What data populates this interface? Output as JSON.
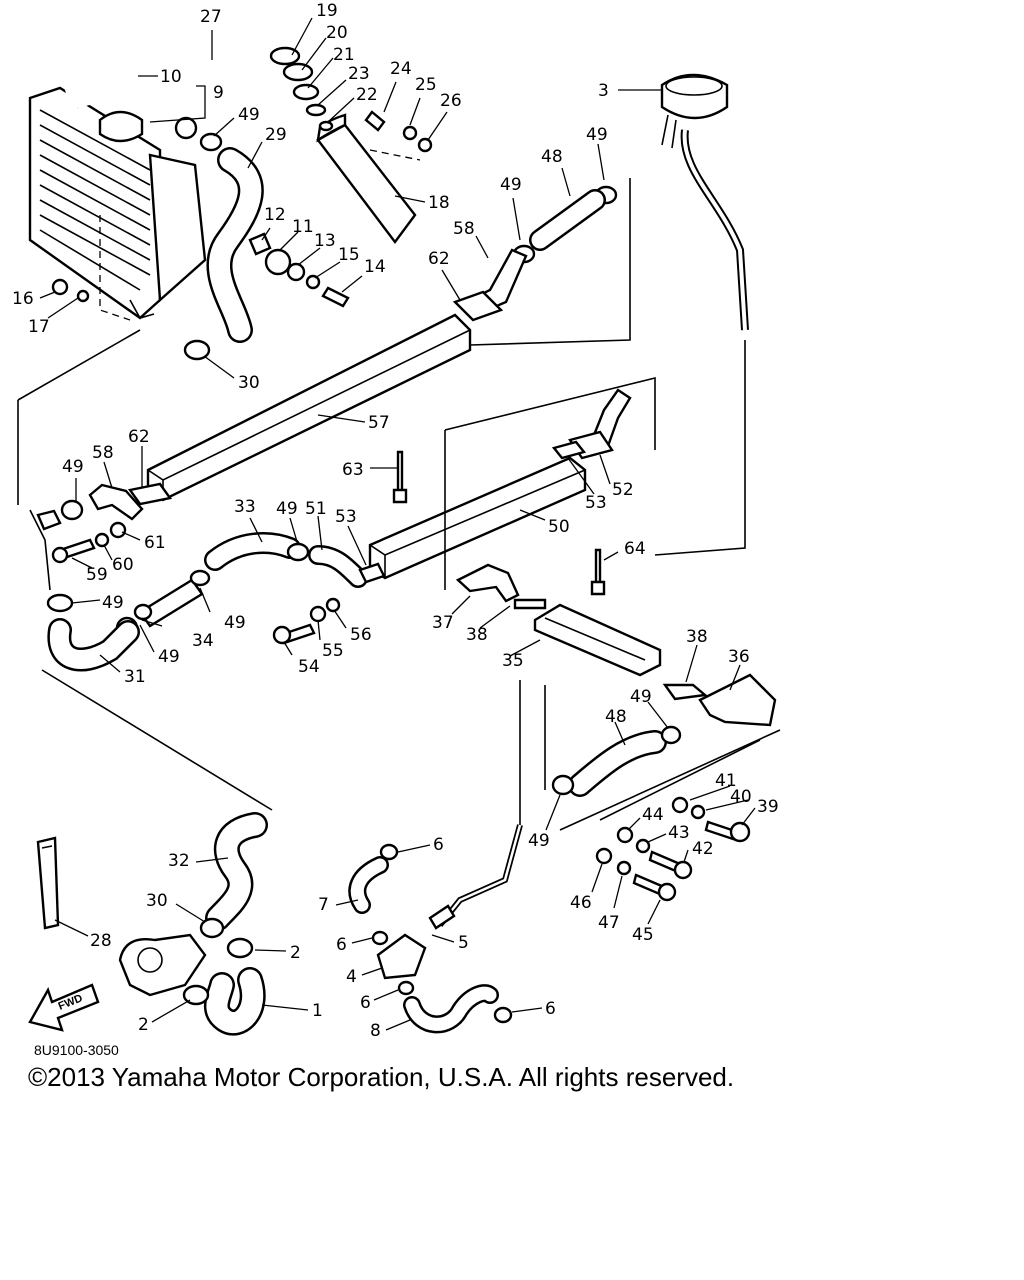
{
  "figure_code": "8U9100-3050",
  "fwd_label": "FWD",
  "copyright": "©2013 Yamaha Motor Corporation, U.S.A. All rights reserved.",
  "callouts": [
    {
      "n": "27"
    },
    {
      "n": "19"
    },
    {
      "n": "20"
    },
    {
      "n": "21"
    },
    {
      "n": "23"
    },
    {
      "n": "22"
    },
    {
      "n": "10"
    },
    {
      "n": "9"
    },
    {
      "n": "24"
    },
    {
      "n": "25"
    },
    {
      "n": "26"
    },
    {
      "n": "3"
    },
    {
      "n": "49"
    },
    {
      "n": "29"
    },
    {
      "n": "18"
    },
    {
      "n": "49"
    },
    {
      "n": "48"
    },
    {
      "n": "49"
    },
    {
      "n": "12"
    },
    {
      "n": "11"
    },
    {
      "n": "13"
    },
    {
      "n": "15"
    },
    {
      "n": "14"
    },
    {
      "n": "58"
    },
    {
      "n": "62"
    },
    {
      "n": "16"
    },
    {
      "n": "17"
    },
    {
      "n": "30"
    },
    {
      "n": "57"
    },
    {
      "n": "62"
    },
    {
      "n": "58"
    },
    {
      "n": "49"
    },
    {
      "n": "63"
    },
    {
      "n": "52"
    },
    {
      "n": "53"
    },
    {
      "n": "50"
    },
    {
      "n": "33"
    },
    {
      "n": "49"
    },
    {
      "n": "51"
    },
    {
      "n": "53"
    },
    {
      "n": "61"
    },
    {
      "n": "60"
    },
    {
      "n": "59"
    },
    {
      "n": "64"
    },
    {
      "n": "49"
    },
    {
      "n": "49"
    },
    {
      "n": "34"
    },
    {
      "n": "49"
    },
    {
      "n": "37"
    },
    {
      "n": "38"
    },
    {
      "n": "56"
    },
    {
      "n": "55"
    },
    {
      "n": "54"
    },
    {
      "n": "35"
    },
    {
      "n": "31"
    },
    {
      "n": "38"
    },
    {
      "n": "36"
    },
    {
      "n": "49"
    },
    {
      "n": "48"
    },
    {
      "n": "41"
    },
    {
      "n": "40"
    },
    {
      "n": "39"
    },
    {
      "n": "44"
    },
    {
      "n": "43"
    },
    {
      "n": "42"
    },
    {
      "n": "49"
    },
    {
      "n": "6"
    },
    {
      "n": "32"
    },
    {
      "n": "7"
    },
    {
      "n": "46"
    },
    {
      "n": "47"
    },
    {
      "n": "45"
    },
    {
      "n": "30"
    },
    {
      "n": "28"
    },
    {
      "n": "6"
    },
    {
      "n": "5"
    },
    {
      "n": "2"
    },
    {
      "n": "4"
    },
    {
      "n": "6"
    },
    {
      "n": "6"
    },
    {
      "n": "1"
    },
    {
      "n": "2"
    },
    {
      "n": "8"
    }
  ]
}
